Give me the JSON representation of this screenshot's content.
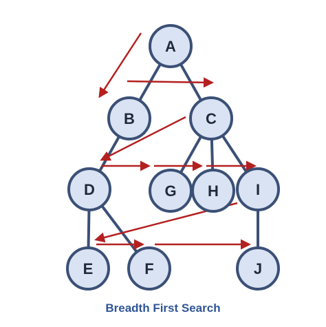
{
  "diagram": {
    "caption": "Breadth First Search",
    "colors": {
      "node_fill": "#dae3f3",
      "node_stroke": "#3b5076",
      "edge": "#3b5076",
      "arrow": "#b42020",
      "caption": "#2f5597"
    },
    "nodes": [
      {
        "id": "A",
        "label": "A"
      },
      {
        "id": "B",
        "label": "B"
      },
      {
        "id": "C",
        "label": "C"
      },
      {
        "id": "D",
        "label": "D"
      },
      {
        "id": "G",
        "label": "G"
      },
      {
        "id": "H",
        "label": "H"
      },
      {
        "id": "I",
        "label": "I"
      },
      {
        "id": "E",
        "label": "E"
      },
      {
        "id": "F",
        "label": "F"
      },
      {
        "id": "J",
        "label": "J"
      }
    ],
    "edges": [
      [
        "A",
        "B"
      ],
      [
        "A",
        "C"
      ],
      [
        "B",
        "D"
      ],
      [
        "C",
        "G"
      ],
      [
        "C",
        "H"
      ],
      [
        "C",
        "I"
      ],
      [
        "D",
        "E"
      ],
      [
        "D",
        "F"
      ],
      [
        "I",
        "J"
      ]
    ]
  }
}
